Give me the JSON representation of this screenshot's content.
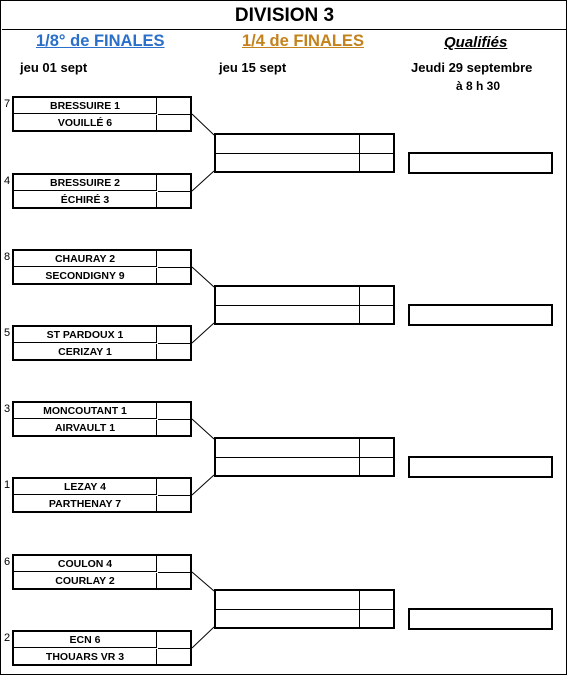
{
  "title": "DIVISION 3",
  "columns": {
    "eighth": {
      "label": "1/8° de FINALES",
      "date": "jeu 01 sept",
      "color": "#2a6fc9"
    },
    "quarter": {
      "label": "1/4 de FINALES",
      "date": "jeu 15 sept",
      "color": "#c4821c"
    },
    "qualified": {
      "label": "Qualifiés",
      "date": "Jeudi 29 septembre",
      "time": "à 8 h 30"
    }
  },
  "matches": [
    {
      "seed": "7",
      "home": "BRESSUIRE 1",
      "away": "VOUILLÉ 6"
    },
    {
      "seed": "4",
      "home": "BRESSUIRE 2",
      "away": "ÉCHIRÉ 3"
    },
    {
      "seed": "8",
      "home": "CHAURAY 2",
      "away": "SECONDIGNY 9"
    },
    {
      "seed": "5",
      "home": "ST PARDOUX 1",
      "away": "CERIZAY 1"
    },
    {
      "seed": "3",
      "home": "MONCOUTANT 1",
      "away": "AIRVAULT 1"
    },
    {
      "seed": "1",
      "home": "LEZAY 4",
      "away": "PARTHENAY 7"
    },
    {
      "seed": "6",
      "home": "COULON 4",
      "away": "COURLAY 2"
    },
    {
      "seed": "2",
      "home": "ECN 6",
      "away": "THOUARS VR 3"
    }
  ]
}
